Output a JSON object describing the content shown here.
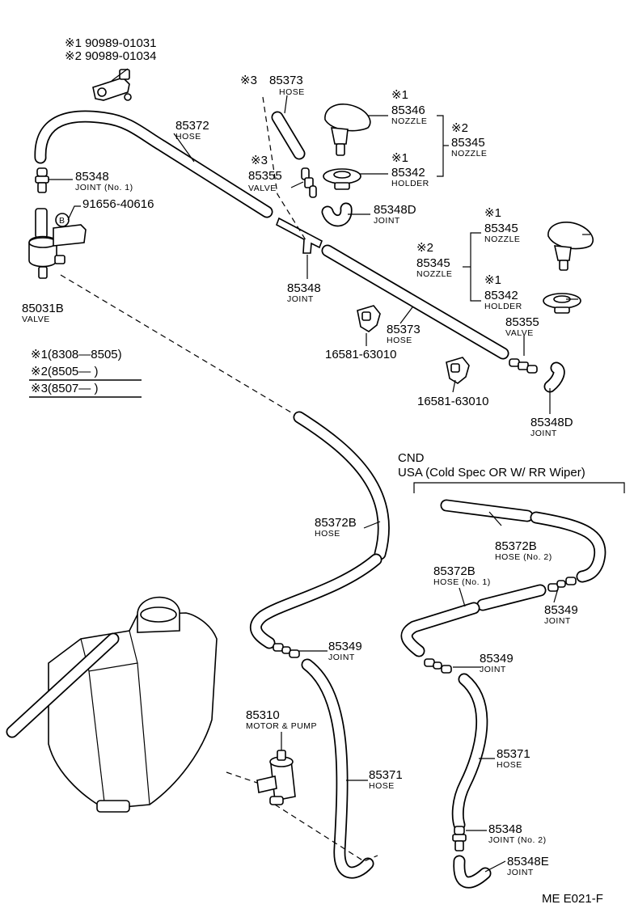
{
  "notes_top": {
    "n1": "※1 90989-01031",
    "n2": "※2 90989-01034"
  },
  "labels": {
    "hose_85373_top": {
      "mark": "※3",
      "pn": "85373",
      "name": "HOSE"
    },
    "hose_85372": {
      "pn": "85372",
      "name": "HOSE"
    },
    "nozzle_85346": {
      "mark": "※1",
      "pn": "85346",
      "name": "NOZZLE"
    },
    "nozzle_85345_a": {
      "mark": "※2",
      "pn": "85345",
      "name": "NOZZLE"
    },
    "holder_85342_a": {
      "mark": "※1",
      "pn": "85342",
      "name": "HOLDER"
    },
    "valve_85355_a": {
      "mark": "※3",
      "pn": "85355",
      "name": "VALVE"
    },
    "joint_85348D_a": {
      "pn": "85348D",
      "name": "JOINT"
    },
    "joint_85348_no1": {
      "pn": "85348",
      "name": "JOINT (No. 1)"
    },
    "clip_91656": {
      "pn": "91656-40616"
    },
    "valve_85031B": {
      "pn": "85031B",
      "name": "VALVE"
    },
    "joint_85348_mid": {
      "pn": "85348",
      "name": "JOINT"
    },
    "nozzle_85345_b": {
      "mark": "※1",
      "pn": "85345",
      "name": "NOZZLE"
    },
    "nozzle_85345_c": {
      "mark": "※2",
      "pn": "85345",
      "name": "NOZZLE"
    },
    "holder_85342_b": {
      "mark": "※1",
      "pn": "85342",
      "name": "HOLDER"
    },
    "valve_85355_b": {
      "pn": "85355",
      "name": "VALVE"
    },
    "hose_85373_mid": {
      "pn": "85373",
      "name": "HOSE"
    },
    "clip_16581_a": {
      "pn": "16581-63010"
    },
    "clip_16581_b": {
      "pn": "16581-63010"
    },
    "joint_85348D_b": {
      "pn": "85348D",
      "name": "JOINT"
    },
    "hose_85372B_main": {
      "pn": "85372B",
      "name": "HOSE"
    },
    "joint_85349_main": {
      "pn": "85349",
      "name": "JOINT"
    },
    "motor_85310": {
      "pn": "85310",
      "name": "MOTOR & PUMP"
    },
    "hose_85371_main": {
      "pn": "85371",
      "name": "HOSE"
    },
    "hose_85372B_no2": {
      "pn": "85372B",
      "name": "HOSE (No. 2)"
    },
    "hose_85372B_no1": {
      "pn": "85372B",
      "name": "HOSE (No. 1)"
    },
    "joint_85349_r1": {
      "pn": "85349",
      "name": "JOINT"
    },
    "joint_85349_r2": {
      "pn": "85349",
      "name": "JOINT"
    },
    "hose_85371_r": {
      "pn": "85371",
      "name": "HOSE"
    },
    "joint_85348_no2": {
      "pn": "85348",
      "name": "JOINT (No. 2)"
    },
    "joint_85348E": {
      "pn": "85348E",
      "name": "JOINT"
    }
  },
  "legend": {
    "l1": "※1(8308—8505)",
    "l2": "※2(8505—        )",
    "l3": "※3(8507—        )"
  },
  "variant": {
    "line1": "CND",
    "line2": "USA (Cold Spec OR  W/ RR Wiper)"
  },
  "clip_marker": "B",
  "figure_code": "ME  E021-F"
}
